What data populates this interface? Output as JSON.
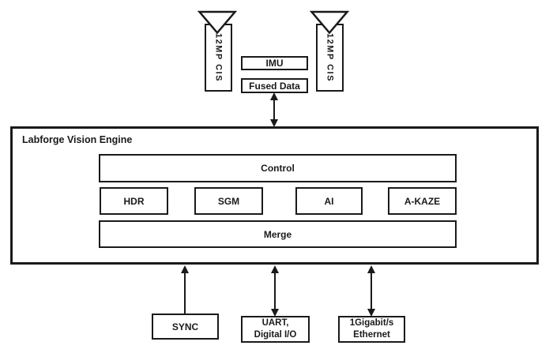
{
  "colors": {
    "stroke": "#1a1a1a",
    "background": "#ffffff"
  },
  "sensors": {
    "camera_left_label": "12MP CIS",
    "camera_right_label": "12MP CIS",
    "imu_label": "IMU",
    "fused_data_label": "Fused Data"
  },
  "engine": {
    "label": "Labforge Vision Engine",
    "control_label": "Control",
    "modules": [
      "HDR",
      "SGM",
      "AI",
      "A-KAZE"
    ],
    "merge_label": "Merge"
  },
  "io": {
    "sync_label": "SYNC",
    "uart": {
      "line1": "UART,",
      "line2": "Digital I/O"
    },
    "ethernet": {
      "line1": "1Gigabit/s",
      "line2": "Ethernet"
    }
  }
}
